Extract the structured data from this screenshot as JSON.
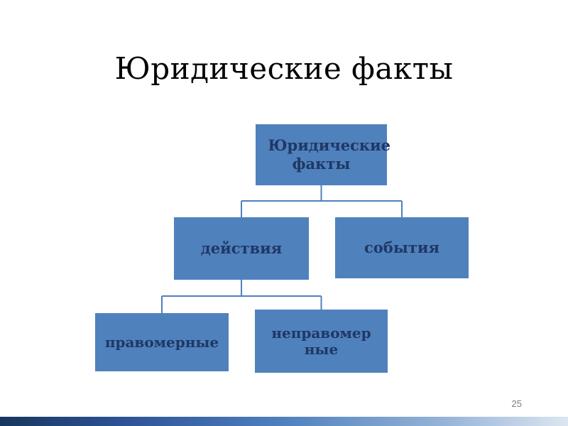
{
  "slide": {
    "title": "Юридические факты",
    "page_number": "25"
  },
  "diagram": {
    "type": "tree",
    "root": {
      "label": "Юридические факты"
    },
    "actions": {
      "label": "действия"
    },
    "events": {
      "label": "события"
    },
    "lawful": {
      "label": "правомерные"
    },
    "unlawful": {
      "label": "неправомерные"
    }
  },
  "colors": {
    "box_fill": "#4F81BD",
    "box_text": "#1F3864",
    "connector": "#4F81BD",
    "title_color": "#000000",
    "page_number_color": "#7F7F7F",
    "bar_left": "#17365D",
    "bar_mid": "#4F81BD",
    "bar_right": "#DCE6F1"
  }
}
